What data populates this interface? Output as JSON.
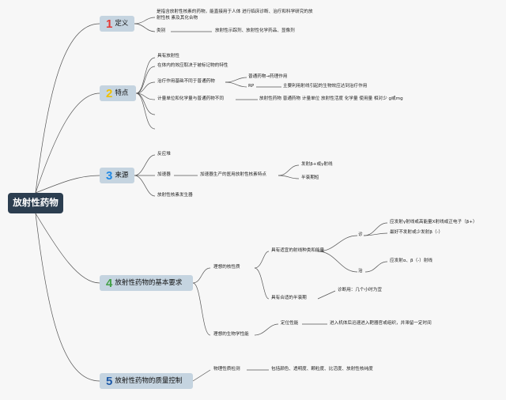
{
  "root": "放射性药物",
  "colors": {
    "num1": "#e53935",
    "num2": "#f0c000",
    "num3": "#1e88e5",
    "num4": "#43a047",
    "num5": "#1e5aa8",
    "main_fill": "#c5d4e0",
    "root_fill": "#2c3e50",
    "line": "#555555"
  },
  "b1": {
    "num": "1",
    "label": "定义",
    "def_line1": "是指含放射性核素的药物，能直接用于人体 进行临床诊断、治疗和科学研究的放",
    "def_line2": "射性核 素及其化合物",
    "types_label": "类别",
    "types_value": "放射性示踪剂、放射性化学药品、显像剂"
  },
  "b2": {
    "num": "2",
    "label": "特点",
    "c1": "具有放射性",
    "c2": "在体内的效应取决于被标记物的特性",
    "c3": "治疗作用基础不同于普通药物",
    "c3a": "普通药物→药理作用",
    "c3b": "RP",
    "c3b1": "主要利用射线引起的生物效应达到治疗作用",
    "c4": "计量单位和化学量与普通药物不同",
    "c4a": "放射性药物 普通药物 计量单位 放射性活度 化学量 使用量 相对少 g或mg"
  },
  "b3": {
    "num": "3",
    "label": "来源",
    "c1": "反应堆",
    "c2": "加速器",
    "c2a": "加速器生产的医用放射性核素特点",
    "c2a1": "发射β+或γ射线",
    "c2a2": "半衰期短",
    "c3": "放射性核素发生器"
  },
  "b4": {
    "num": "4",
    "label": "放射性药物的基本要求",
    "c1": "理想的核性质",
    "c1a": "具有适宜的射线种类和能量",
    "c1a1": "诊",
    "c1a1a": "应发射γ射线或高能量X射线或正电子（β+）",
    "c1a1b": "最好不发射或少发射β（-）",
    "c1a2": "治",
    "c1a2a": "应发射α、β（-）射线",
    "c1b": "具有合适的半衰期",
    "c1b1": "诊断用：几个小时为宜",
    "c2": "理想的生物学性能",
    "c2a": "定位性能",
    "c2a1": "进入机体后迅速进入靶器官或组织，并滞留一定时间"
  },
  "b5": {
    "num": "5",
    "label": "放射性药物的质量控制",
    "c1": "物理性质检测",
    "c1a": "包括颜色、透明度、颗粒度、比活度、放射性核纯度"
  }
}
